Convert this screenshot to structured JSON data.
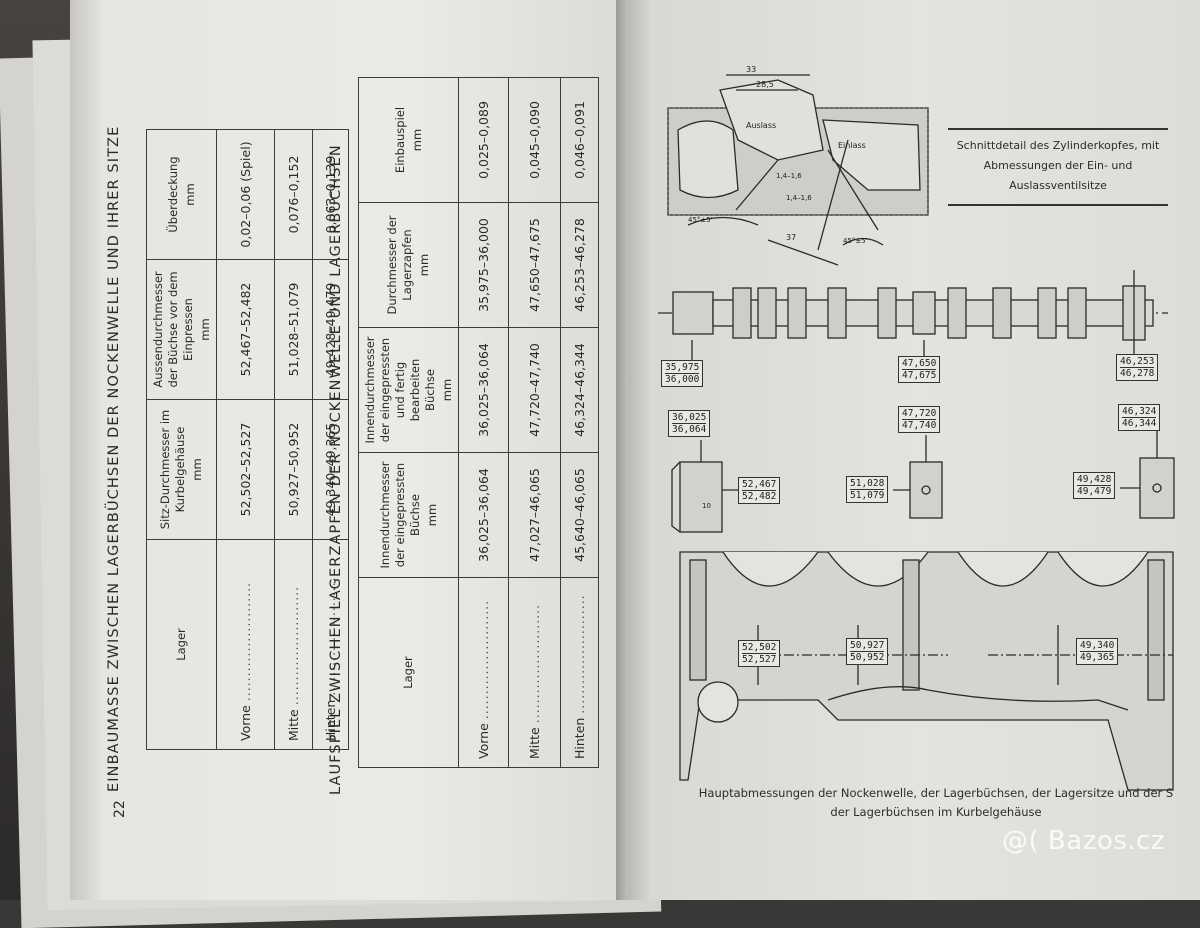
{
  "left_page": {
    "page_number": "22",
    "table1": {
      "title": "EINBAUMASSE ZWISCHEN LAGERBÜCHSEN DER NOCKENWELLE UND IHRER SITZE",
      "headers": {
        "lager": "Lager",
        "sitz": "Sitz-Durchmesser im Kurbelgehäuse",
        "aussen": "Aussendurchmesser der Büchse vor dem Einpressen",
        "ueber": "Überdeckung",
        "unit": "mm"
      },
      "rows": [
        {
          "lager": "Vorne",
          "sitz": "52,502–52,527",
          "aussen": "52,467–52,482",
          "ueber": "0,02–0,06 (Spiel)"
        },
        {
          "lager": "Mitte",
          "sitz": "50,927–50,952",
          "aussen": "51,028–51,079",
          "ueber": "0,076–0,152"
        },
        {
          "lager": "Hinten",
          "sitz": "49,340–49,365",
          "aussen": "49,428–49,479",
          "ueber": "0,063–0,139"
        }
      ]
    },
    "table2": {
      "title": "LAUFSPIEL ZWISCHEN LAGERZAPFEN DER NOCKENWELLE UND LAGERBÜCHSEN",
      "headers": {
        "lager": "Lager",
        "innen_ein": "Innendurchmesser der eingepressten Büchse",
        "innen_fertig": "Innendurchmesser der eingepressten und fertig bearbeiten Büchse",
        "zapfen": "Durchmesser der Lagerzapfen",
        "spiel": "Einbauspiel",
        "unit": "mm"
      },
      "rows": [
        {
          "lager": "Vorne",
          "innen_ein": "36,025–36,064",
          "innen_fertig": "36,025–36,064",
          "zapfen": "35,975–36,000",
          "spiel": "0,025–0,089"
        },
        {
          "lager": "Mitte",
          "innen_ein": "47,027–46,065",
          "innen_fertig": "47,720–47,740",
          "zapfen": "47,650–47,675",
          "spiel": "0,045–0,090"
        },
        {
          "lager": "Hinten",
          "innen_ein": "45,640–46,065",
          "innen_fertig": "46,324–46,344",
          "zapfen": "46,253–46,278",
          "spiel": "0,046–0,091"
        }
      ]
    },
    "dots": "........................"
  },
  "right_page": {
    "head_caption": "Schnittdetail des Zylinderkopfes, mit Abmessungen der Ein- und Auslassventilsitze",
    "labels": {
      "auslass": "Auslass",
      "einlass": "Einlass"
    },
    "dims_head": [
      "33",
      "28,5",
      "1,4–1,6",
      "1,4–1,6",
      "37",
      "45°±5'",
      "45°±5'"
    ],
    "shaft_dims": [
      {
        "a": "35,975",
        "b": "36,000"
      },
      {
        "a": "47,650",
        "b": "47,675"
      },
      {
        "a": "46,253",
        "b": "46,278"
      }
    ],
    "bush_inner": [
      {
        "a": "36,025",
        "b": "36,064"
      },
      {
        "a": "47,720",
        "b": "47,740"
      },
      {
        "a": "46,324",
        "b": "46,344"
      }
    ],
    "bush_outer": [
      {
        "a": "52,467",
        "b": "52,482"
      },
      {
        "a": "51,028",
        "b": "51,079"
      },
      {
        "a": "49,428",
        "b": "49,479"
      }
    ],
    "block_dims": [
      {
        "a": "52,502",
        "b": "52,527"
      },
      {
        "a": "50,927",
        "b": "50,952"
      },
      {
        "a": "49,340",
        "b": "49,365"
      }
    ],
    "bush_small": "10",
    "bottom_caption_l1": "Hauptabmessungen der Nockenwelle, der Lagerbüchsen, der Lagersitze und der S",
    "bottom_caption_l2": "der Lagerbüchsen im Kurbelgehäuse"
  },
  "watermark": "@( Bazos.cz"
}
